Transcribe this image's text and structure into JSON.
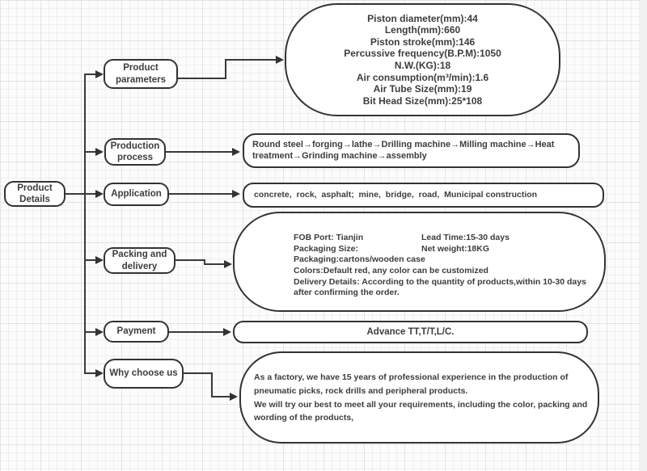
{
  "colors": {
    "connector_line": "#3a3a3a",
    "node_border": "#333333",
    "node_fill": "#ffffff",
    "text": "#3d3d3d",
    "canvas_edge_strip": "#f1f1f1",
    "grid_minor": "#efefef",
    "grid_major": "#e3e3e3"
  },
  "root": {
    "label": "Product Details"
  },
  "branches": [
    {
      "label": "Product parameters",
      "lines": [
        "Piston diameter(mm):44",
        "Length(mm):660",
        "Piston stroke(mm):146",
        "Percussive frequency(B.P.M):1050",
        "N.W.(KG):18",
        "Air consumption(m³/min):1.6",
        "Air Tube Size(mm):19",
        "Bit Head Size(mm):25*108"
      ]
    },
    {
      "label": "Production process",
      "content": "Round steel→forging→lathe→Drilling machine→Milling machine→Heat treatment→Grinding machine→assembly"
    },
    {
      "label": "Application",
      "content": "concrete,  rock,  asphalt;  mine,  bridge,  road,  Municipal construction"
    },
    {
      "label": "Packing and delivery",
      "rows": [
        {
          "left": "FOB Port: Tianjin",
          "right": "Lead Time:15-30 days"
        },
        {
          "left": "Packaging Size:",
          "right": "Net weight:18KG"
        }
      ],
      "lines": [
        "Packaging:cartons/wooden case",
        "Colors:Default red, any color can be customized",
        "Delivery Details: According to the quantity of products,within 10-30 days after confirming the order."
      ]
    },
    {
      "label": "Payment",
      "content": "Advance TT,T/T,L/C."
    },
    {
      "label": "Why choose us",
      "lines": [
        "As a factory, we have 15 years of professional experience in the production of pneumatic picks, rock drills and peripheral products.",
        "We will try our best to meet all your requirements, including the color, packing and wording of the products,"
      ]
    }
  ]
}
